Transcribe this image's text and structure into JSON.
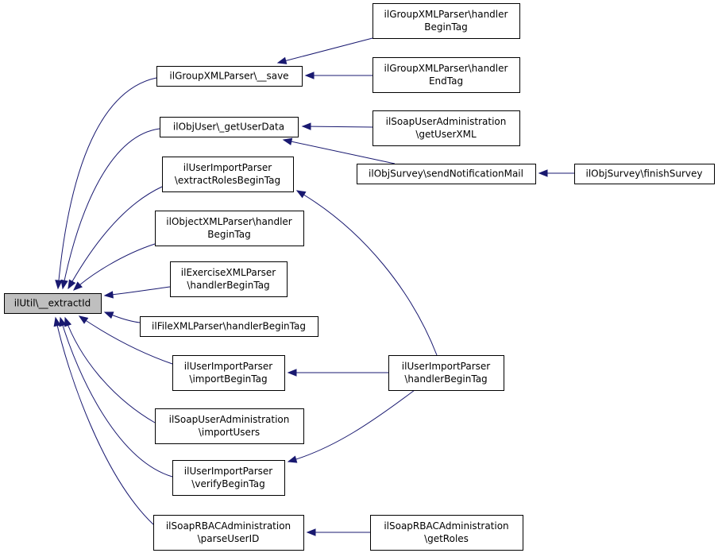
{
  "diagram": {
    "nodes": [
      {
        "id": "extractId",
        "lines": [
          "ilUtil\\__extractId"
        ]
      },
      {
        "id": "group_save",
        "lines": [
          "ilGroupXMLParser\\__save"
        ]
      },
      {
        "id": "group_begin",
        "lines": [
          "ilGroupXMLParser\\handler",
          "BeginTag"
        ]
      },
      {
        "id": "group_end",
        "lines": [
          "ilGroupXMLParser\\handler",
          "EndTag"
        ]
      },
      {
        "id": "objuser_get",
        "lines": [
          "ilObjUser\\_getUserData"
        ]
      },
      {
        "id": "soapuser_getxml",
        "lines": [
          "ilSoapUserAdministration",
          "\\getUserXML"
        ]
      },
      {
        "id": "survey_notify",
        "lines": [
          "ilObjSurvey\\sendNotificationMail"
        ]
      },
      {
        "id": "survey_finish",
        "lines": [
          "ilObjSurvey\\finishSurvey"
        ]
      },
      {
        "id": "uip_roles",
        "lines": [
          "ilUserImportParser",
          "\\extractRolesBeginTag"
        ]
      },
      {
        "id": "objxml_begin",
        "lines": [
          "ilObjectXMLParser\\handler",
          "BeginTag"
        ]
      },
      {
        "id": "exercise_begin",
        "lines": [
          "ilExerciseXMLParser",
          "\\handlerBeginTag"
        ]
      },
      {
        "id": "file_begin",
        "lines": [
          "ilFileXMLParser\\handlerBeginTag"
        ]
      },
      {
        "id": "uip_import",
        "lines": [
          "ilUserImportParser",
          "\\importBeginTag"
        ]
      },
      {
        "id": "uip_handler",
        "lines": [
          "ilUserImportParser",
          "\\handlerBeginTag"
        ]
      },
      {
        "id": "soapuser_import",
        "lines": [
          "ilSoapUserAdministration",
          "\\importUsers"
        ]
      },
      {
        "id": "uip_verify",
        "lines": [
          "ilUserImportParser",
          "\\verifyBeginTag"
        ]
      },
      {
        "id": "rbac_parse",
        "lines": [
          "ilSoapRBACAdministration",
          "\\parseUserID"
        ]
      },
      {
        "id": "rbac_roles",
        "lines": [
          "ilSoapRBACAdministration",
          "\\getRoles"
        ]
      }
    ],
    "edges": [
      {
        "from": "group_save",
        "to": "extractId"
      },
      {
        "from": "objuser_get",
        "to": "extractId"
      },
      {
        "from": "uip_roles",
        "to": "extractId"
      },
      {
        "from": "objxml_begin",
        "to": "extractId"
      },
      {
        "from": "exercise_begin",
        "to": "extractId"
      },
      {
        "from": "file_begin",
        "to": "extractId"
      },
      {
        "from": "uip_import",
        "to": "extractId"
      },
      {
        "from": "soapuser_import",
        "to": "extractId"
      },
      {
        "from": "uip_verify",
        "to": "extractId"
      },
      {
        "from": "rbac_parse",
        "to": "extractId"
      },
      {
        "from": "group_begin",
        "to": "group_save"
      },
      {
        "from": "group_end",
        "to": "group_save"
      },
      {
        "from": "soapuser_getxml",
        "to": "objuser_get"
      },
      {
        "from": "survey_notify",
        "to": "objuser_get"
      },
      {
        "from": "survey_finish",
        "to": "survey_notify"
      },
      {
        "from": "uip_handler",
        "to": "uip_roles"
      },
      {
        "from": "uip_handler",
        "to": "uip_import"
      },
      {
        "from": "uip_handler",
        "to": "uip_verify"
      },
      {
        "from": "rbac_roles",
        "to": "rbac_parse"
      }
    ],
    "colors": {
      "edge": "#191970",
      "root_fill": "#bfbfbf",
      "node_fill": "#ffffff",
      "border": "#000000"
    }
  }
}
